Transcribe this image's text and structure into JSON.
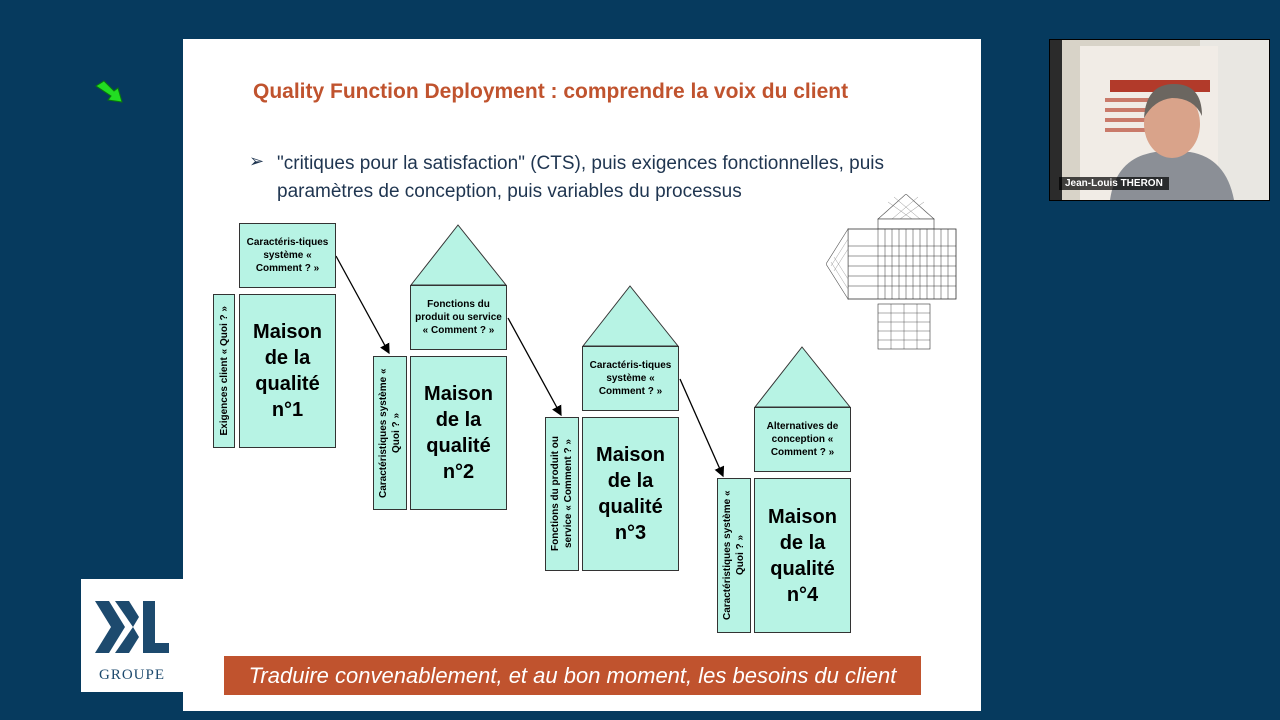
{
  "slide": {
    "title": "Quality Function Deployment : comprendre la voix du client",
    "bullet": "\"critiques pour la satisfaction\" (CTS), puis exigences fonctionnelles, puis paramètres de conception, puis variables du processus",
    "banner": "Traduire convenablement, et au bon moment, les besoins du client"
  },
  "houses": [
    {
      "header": "Caractéris-tiques système « Comment ? »",
      "side": "Exigences client « Quoi ? »",
      "body": "Maison de la qualité n°1"
    },
    {
      "header": "Fonctions du produit ou service « Comment ? »",
      "side": "Caractéristiques système « Quoi ? »",
      "body": "Maison de la qualité n°2"
    },
    {
      "header": "Caractéris-tiques système « Comment ? »",
      "side": "Fonctions du produit ou service « Comment ? »",
      "body": "Maison de la qualité n°3"
    },
    {
      "header": "Alternatives de conception « Comment ? »",
      "side": "Caractéristiques système « Quoi ? »",
      "body": "Maison de la qualité n°4"
    }
  ],
  "logo": {
    "text": "GROUPE"
  },
  "webcam": {
    "name": "Jean-Louis THERON"
  },
  "colors": {
    "background": "#063a5e",
    "accent": "#c0532e",
    "house_fill": "#b7f3e4",
    "pointer": "#22dd22"
  },
  "icons": {
    "pointer": "green-arrow-icon"
  }
}
